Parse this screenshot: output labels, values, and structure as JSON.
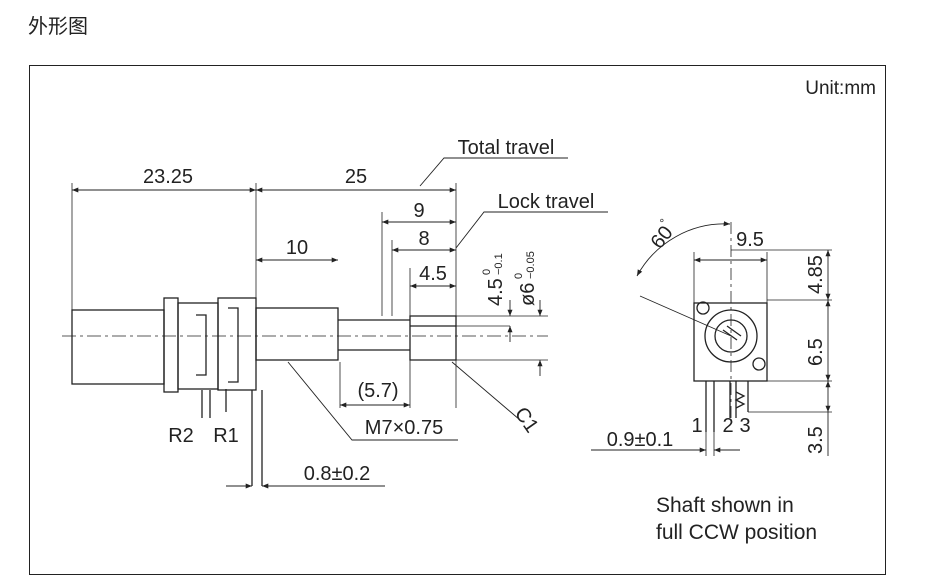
{
  "heading": "外形图",
  "unit": "Unit:mm",
  "side_view": {
    "dim_total_length": "23.25",
    "dim_shaft_length": "25",
    "dim_bushing": "10",
    "dim_total_travel_value": "9",
    "dim_lock_travel_value": "8",
    "dim_flat": "4.5",
    "dim_flat_height": "4.5",
    "dim_flat_tol_upper": "0",
    "dim_flat_tol_lower": "−0.1",
    "dim_shaft_dia": "ø6",
    "dim_shaft_tol_upper": "0",
    "dim_shaft_tol_lower": "−0.05",
    "dim_5_7": "(5.7)",
    "thread": "M7×0.75",
    "chamfer": "C1",
    "terminal_thickness": "0.8±0.2",
    "label_total_travel": "Total travel",
    "label_lock_travel": "Lock travel",
    "pin_r2": "R2",
    "pin_r1": "R1"
  },
  "front_view": {
    "angle": "60",
    "angle_unit": "°",
    "width": "9.5",
    "dim_top": "4.85",
    "dim_mid": "6.5",
    "dim_bottom": "3.5",
    "pin_pitch": "0.9±0.1",
    "pin_1": "1",
    "pin_2": "2",
    "pin_3": "3"
  },
  "note_line1": "Shaft shown in",
  "note_line2": "full CCW position"
}
